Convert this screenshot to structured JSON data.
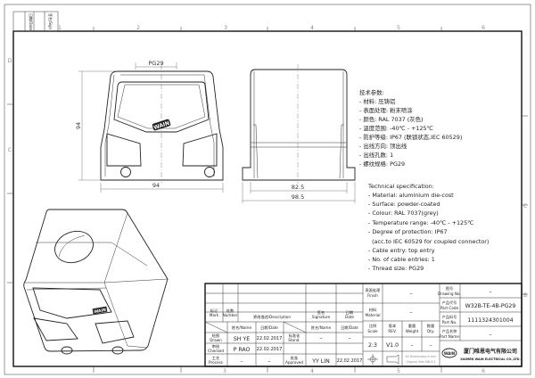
{
  "sheet": {
    "zones_top": [
      "1",
      "2",
      "3",
      "4",
      "5",
      "6"
    ],
    "zones_bottom": [
      "3",
      "4",
      "5",
      "6"
    ],
    "zones_side": [
      "D",
      "C",
      "B"
    ],
    "revision_stamp": {
      "date_label": "日期/Date",
      "sign_label": "签名/Sign"
    }
  },
  "drawing": {
    "front_view": {
      "thread_dim": "PG29",
      "height_dim": "94",
      "width_dim": "94",
      "logo_text": "WAIN"
    },
    "side_view": {
      "inner_width_dim": "82.5",
      "outer_width_dim": "98.5"
    },
    "iso_view": {
      "logo_text": "WAIN"
    }
  },
  "specification": {
    "cn_title": "技术参数:",
    "cn_lines": [
      "- 材料: 压铸铝",
      "- 表面处理: 粉末喷涂",
      "- 颜色: RAL 7037 (灰色)",
      "- 温度范围: -40℃ - +125℃",
      "- 防护等级: IP67 (联锁状态,IEC 60529)",
      "- 出线方向: 顶出线",
      "- 出线孔数: 1",
      "- 螺纹规格: PG29"
    ],
    "en_title": "Technical specification:",
    "en_lines": [
      "- Material: aluminium die-cost",
      "- Surface: powder-coated",
      "- Colour: RAL 7037(grey)",
      "- Temperature range: -40℃ - +125℃",
      "- Degree of protection: IP67",
      "  (acc.to IEC 60529 for coupled connector)",
      "- Cable entry: top entry",
      "- No. of cable entries: 1",
      "- Thread size: PG29"
    ]
  },
  "title_block": {
    "mark": "标记\nMark",
    "number": "处数\nNumber",
    "description": "更改描述/Description",
    "signature": "签名\nSignature",
    "date": "日期\nDate",
    "name_col": "姓名/Name",
    "date_col": "日期/Date",
    "name_col2": "姓名/Name",
    "date_col2": "日期/Date",
    "rows": [
      {
        "label_cn": "绘图",
        "label_en": "Drawn",
        "name": "SH YE",
        "date": "22.02.2017",
        "role_cn": "标准化",
        "role_en": "Stand.",
        "role_name": "–",
        "role_date": "–"
      },
      {
        "label_cn": "审核",
        "label_en": "Checked",
        "name": "P RAO",
        "date": "22.02.2017"
      },
      {
        "label_cn": "工艺",
        "label_en": "Process",
        "name": "–",
        "date": "–",
        "role_cn": "批准",
        "role_en": "Approved",
        "role_name": "YY LIN",
        "role_date": "22.02.2017"
      }
    ],
    "finish_cn": "表面处理",
    "finish_en": "Finish",
    "finish_value": "–",
    "material_cn": "材料",
    "material_en": "Material",
    "material_value": "–",
    "scale_cn": "比例",
    "scale_en": "Scale",
    "scale_value": "2:3",
    "rev_cn": "版本",
    "rev_en": "REV.",
    "rev_value": "V1.0",
    "weight_cn": "重量",
    "weight_en": "Weight",
    "weight_value": "–",
    "qty_cn": "数量",
    "qty_en": "Qty.",
    "qty_value": "–",
    "dimensions_note": "All Dimensions in mm",
    "original_size_note": "Original Size DIN A 4",
    "drawing_no_cn": "图号",
    "drawing_no_en": "Drawing No.",
    "drawing_no_value": "–",
    "part_code_cn": "产品代号",
    "part_code_en": "Part Code",
    "part_code_value": "W32B-TE-4B-PG29",
    "part_no_cn": "产品料号",
    "part_no_en": "Part No.",
    "part_no_value": "1111324301004",
    "part_name_cn": "产品名称",
    "part_name_en": "Part Name",
    "part_name_value": "–",
    "company_logo": "WAIN",
    "company_cn": "厦门唯恩电气有限公司",
    "company_en": "XIAMEN WAIN ELECTRICAL CO.,LTD."
  }
}
